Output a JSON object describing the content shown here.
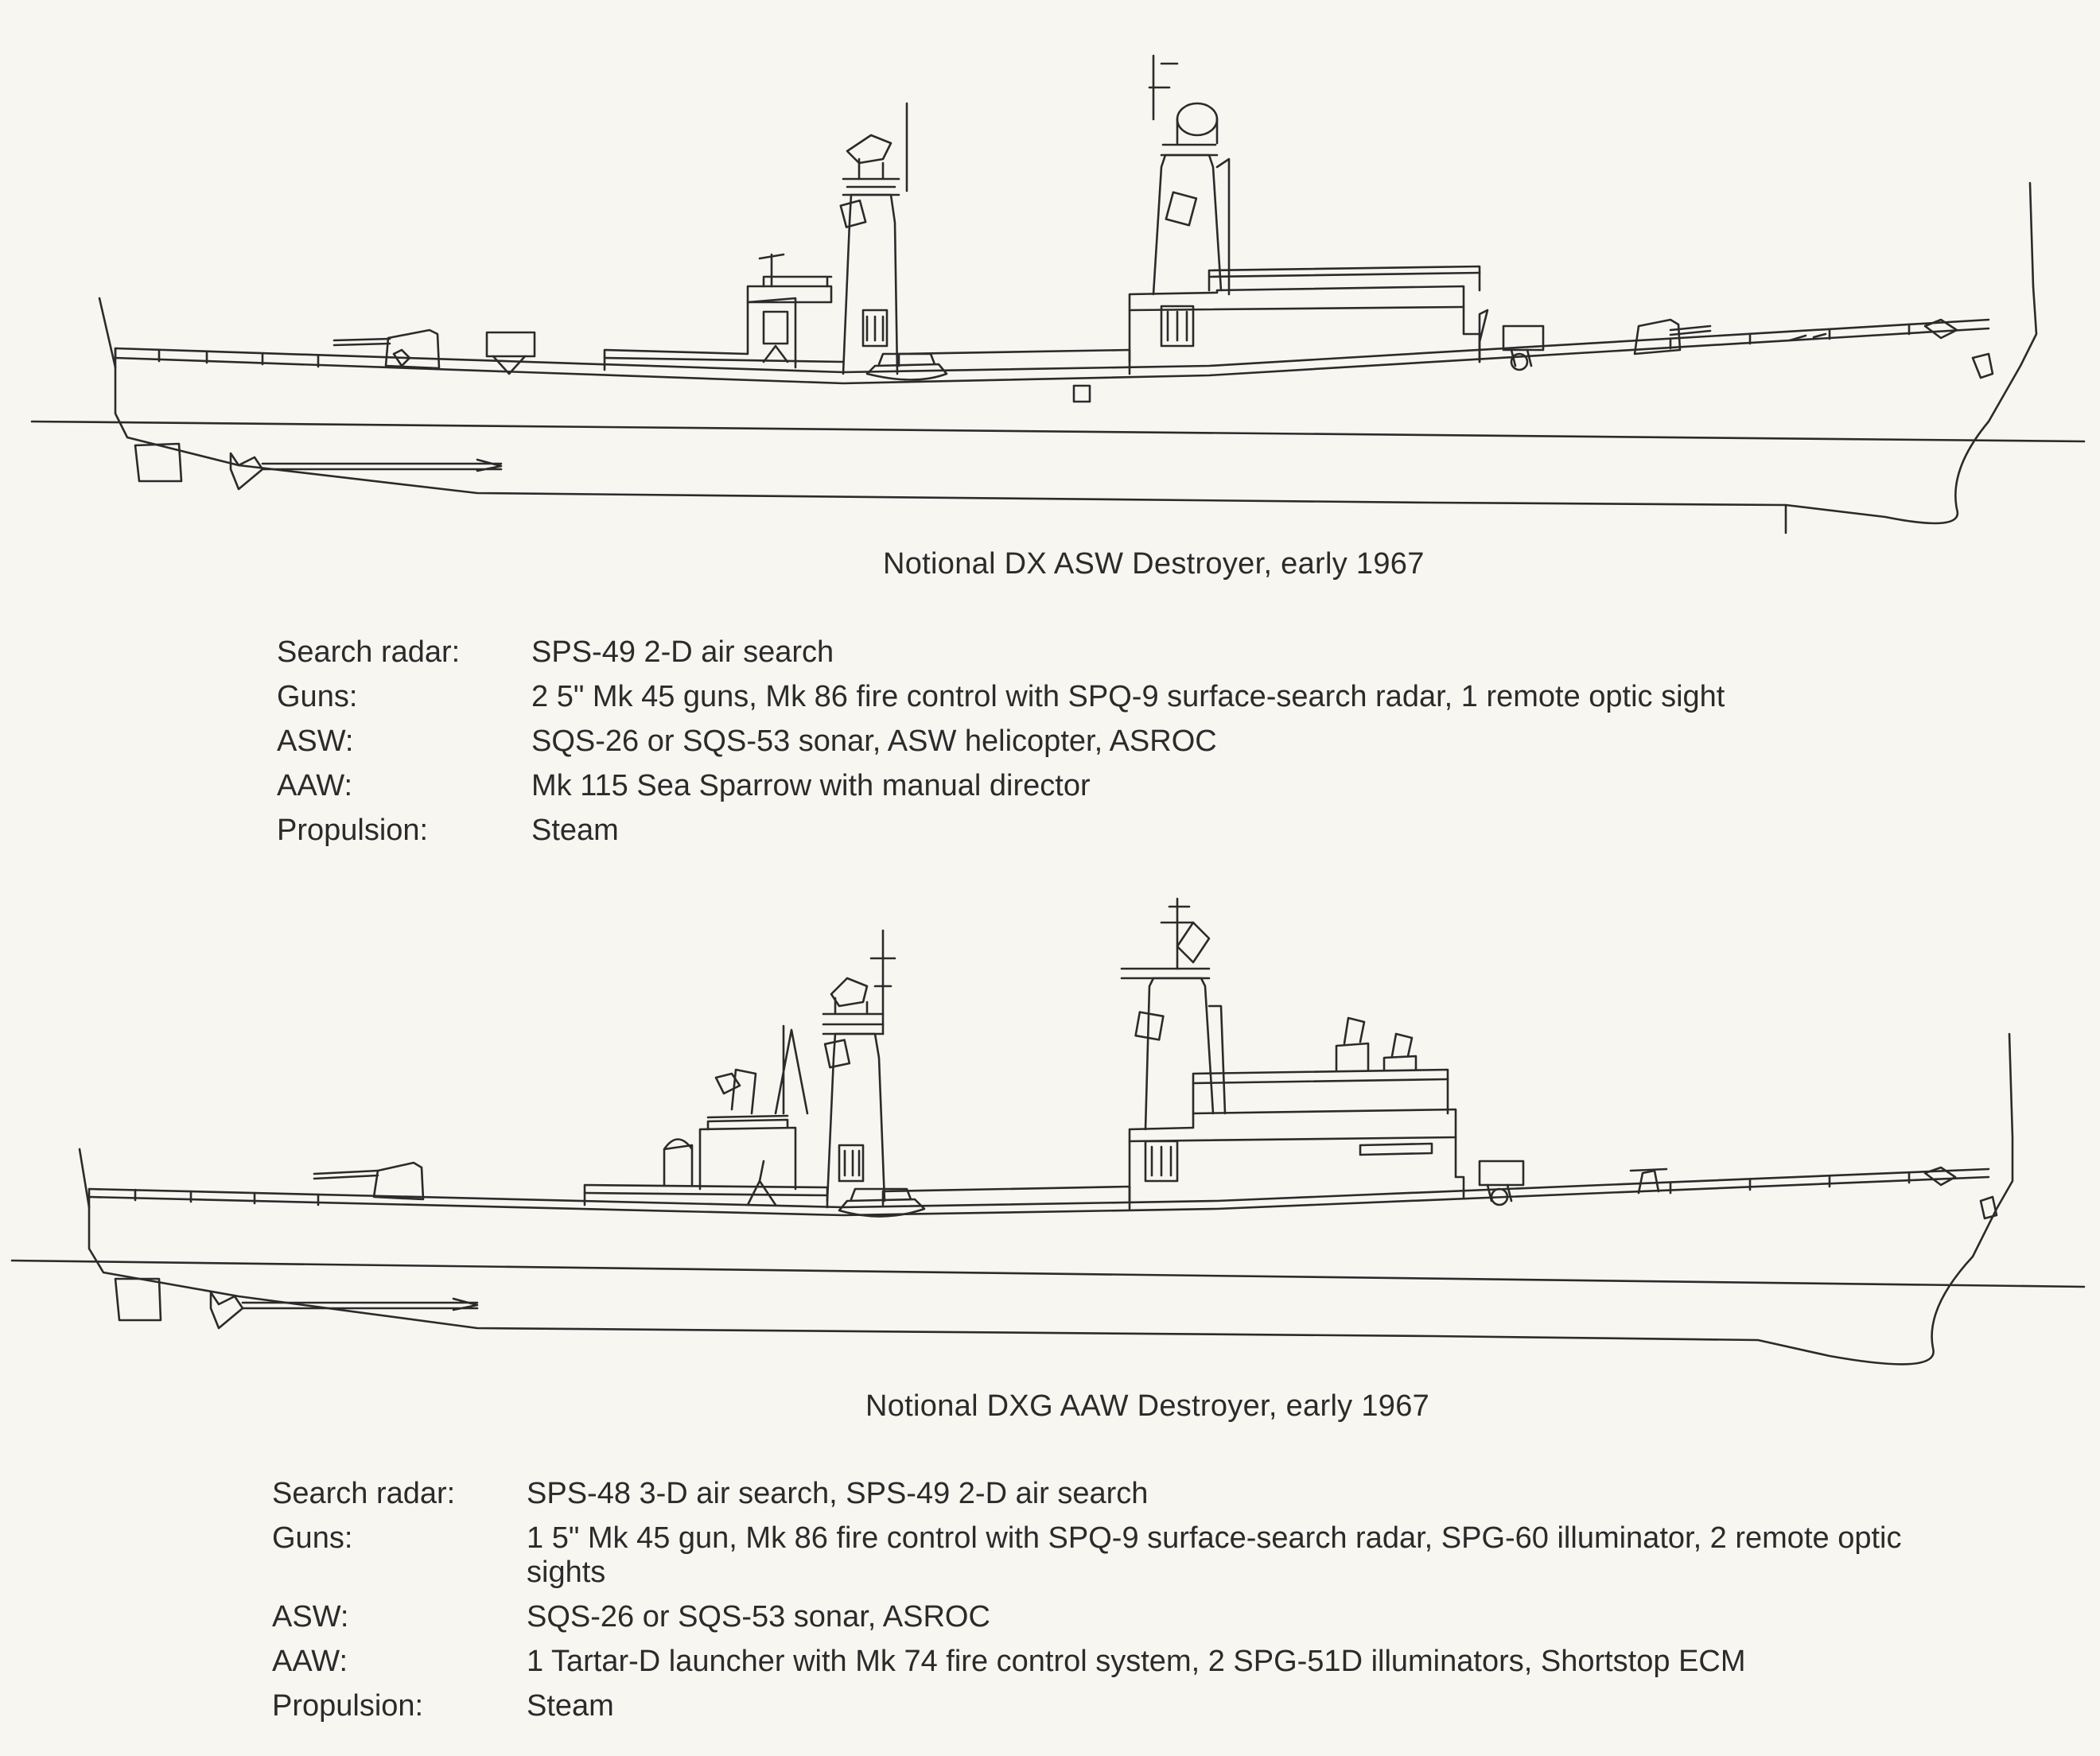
{
  "ships": [
    {
      "id": "dx",
      "caption": "Notional DX ASW Destroyer, early 1967",
      "specs": [
        {
          "label": "Search radar:",
          "value": "SPS-49 2-D air search"
        },
        {
          "label": "Guns:",
          "value": "2 5\" Mk 45 guns, Mk 86 fire control with SPQ-9 surface-search radar, 1 remote optic sight"
        },
        {
          "label": "ASW:",
          "value": "SQS-26 or SQS-53 sonar, ASW helicopter, ASROC"
        },
        {
          "label": "AAW:",
          "value": "Mk 115 Sea Sparrow with manual director"
        },
        {
          "label": "Propulsion:",
          "value": "Steam"
        }
      ]
    },
    {
      "id": "dxg",
      "caption": "Notional DXG AAW Destroyer, early 1967",
      "specs": [
        {
          "label": "Search radar:",
          "value": "SPS-48 3-D air search, SPS-49 2-D air search"
        },
        {
          "label": "Guns:",
          "value": "1 5\" Mk 45 gun, Mk 86 fire control with SPQ-9 surface-search radar, SPG-60 illuminator, 2 remote optic sights"
        },
        {
          "label": "ASW:",
          "value": "SQS-26 or SQS-53 sonar, ASROC"
        },
        {
          "label": "AAW:",
          "value": "1 Tartar-D launcher with Mk 74 fire control system, 2 SPG-51D illuminators, Shortstop ECM"
        },
        {
          "label": "Propulsion:",
          "value": "Steam"
        }
      ]
    }
  ],
  "colors": {
    "ink": "#2b2b2b",
    "paper": "#f7f6f1"
  }
}
